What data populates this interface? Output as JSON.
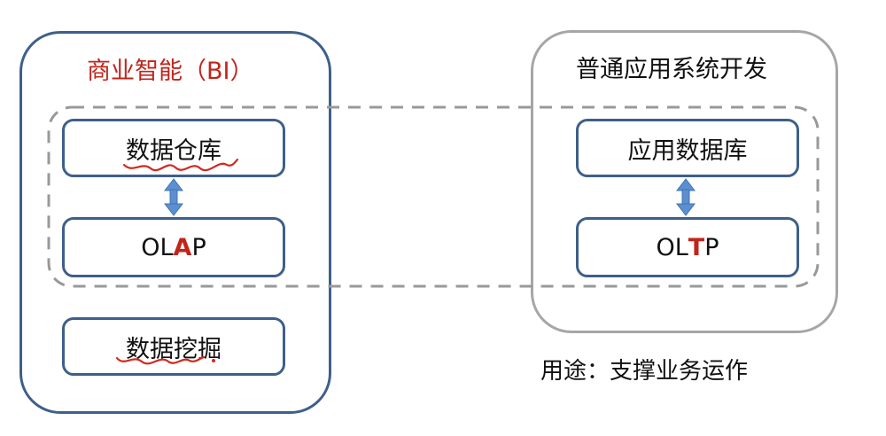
{
  "bi_panel": {
    "title": "商业智能（BI）",
    "data_warehouse": "数据仓库",
    "olap": {
      "pre": "OL",
      "highlight": "A",
      "post": "P"
    },
    "data_mining": "数据挖掘"
  },
  "app_panel": {
    "title": "普通应用系统开发",
    "app_database": "应用数据库",
    "oltp": {
      "pre": "OL",
      "highlight": "T",
      "post": "P"
    }
  },
  "usage_note": "用途：支撑业务运作",
  "colors": {
    "bi_border": "#3e5f8a",
    "app_border": "#a6a6a6",
    "accent_red": "#c0251c",
    "arrow_blue": "#5b8fcf",
    "dashed_gray": "#999999"
  }
}
